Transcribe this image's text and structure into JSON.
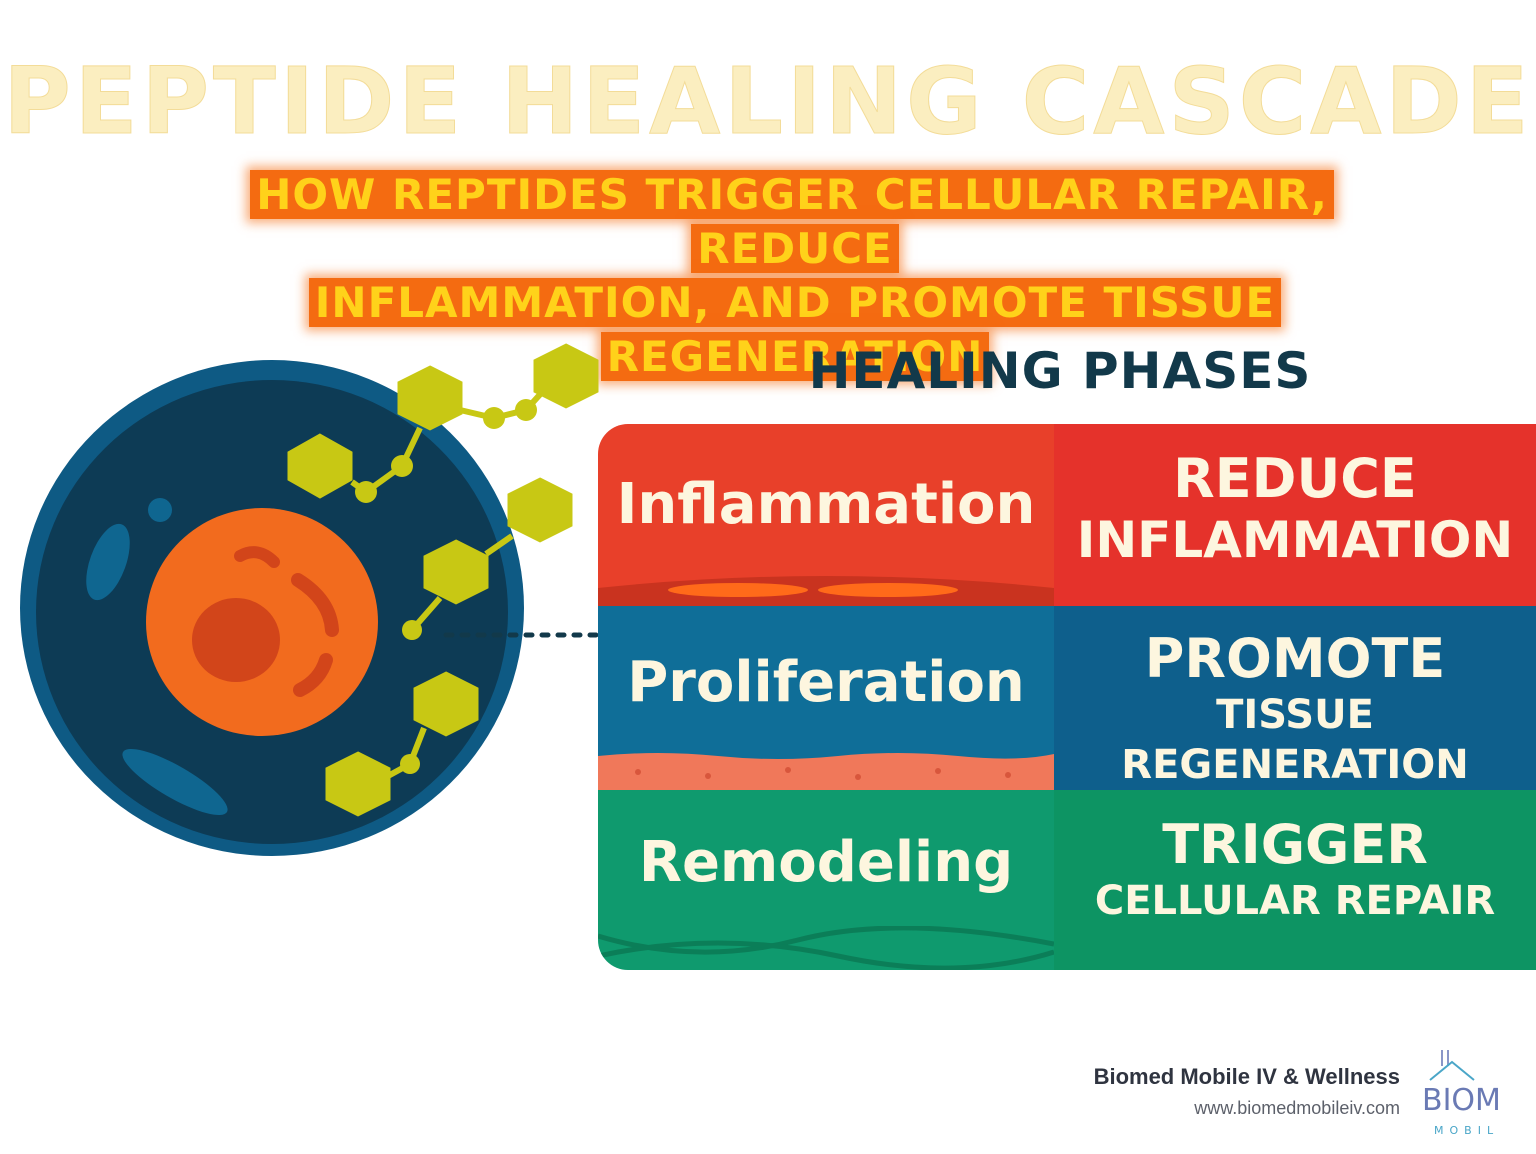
{
  "title": "PEPTIDE HEALING CASCADE",
  "subtitle_line1": "HOW REPTIDES TRIGGER CELLULAR REPAIR, REDUCE",
  "subtitle_line2": "INFLAMMATION, AND PROMOTE TISSUE REGENERATION",
  "phases_heading": "HEALING PHASES",
  "phases": [
    {
      "name": "Inflammation",
      "action_top": "REDUCE",
      "action_bottom": "INFLAMMATION"
    },
    {
      "name": "Proliferation",
      "action_top": "PROMOTE",
      "action_bottom": "TISSUE REGENERATION"
    },
    {
      "name": "Remodeling",
      "action_top": "TRIGGER",
      "action_bottom": "CELLULAR REPAIR"
    }
  ],
  "footer": {
    "company": "Biomed Mobile IV & Wellness",
    "url": "www.biomedmobileiv.com",
    "logo_text_top": "BIOM",
    "logo_text_bottom": "MOBIL"
  },
  "colors": {
    "title": "#fbeec0",
    "subtitle_text": "#ffd21a",
    "subtitle_bg": "#f46b11",
    "cell_outer": "#0e5a84",
    "cell_inner": "#0d3b55",
    "nucleus": "#f26b1e",
    "peptide": "#c8c814",
    "inflammation": "#e8402a",
    "proliferation": "#0f6e98",
    "remodeling": "#0f9a6e",
    "heading": "#12394a"
  }
}
